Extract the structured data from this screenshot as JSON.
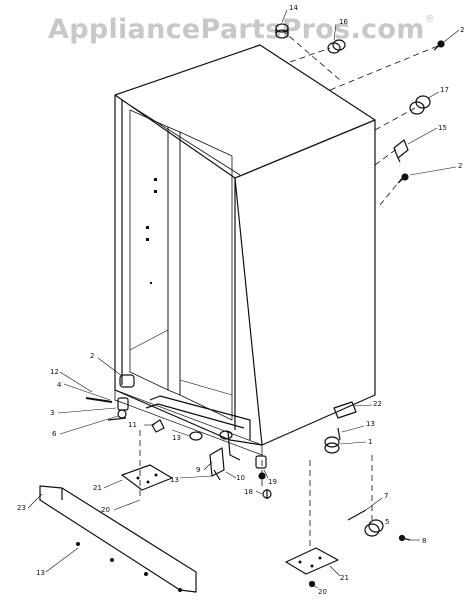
{
  "watermark": {
    "text": "AppliancePartsPros.com",
    "mark": "®"
  },
  "callouts": {
    "c14": "14",
    "c16": "16",
    "c2a": "2",
    "c17": "17",
    "c15": "15",
    "c2b": "2",
    "c2c": "2",
    "c12": "12",
    "c4": "4",
    "c3": "3",
    "c6": "6",
    "c11": "11",
    "c13a": "13",
    "c9": "9",
    "c13b": "13",
    "c10": "10",
    "c21a": "21",
    "c20a": "20",
    "c23": "23",
    "c13c": "13",
    "c22": "22",
    "c13d": "13",
    "c1": "1",
    "c19": "19",
    "c18": "18",
    "c7": "7",
    "c5": "5",
    "c8": "8",
    "c21b": "21",
    "c20b": "20"
  }
}
